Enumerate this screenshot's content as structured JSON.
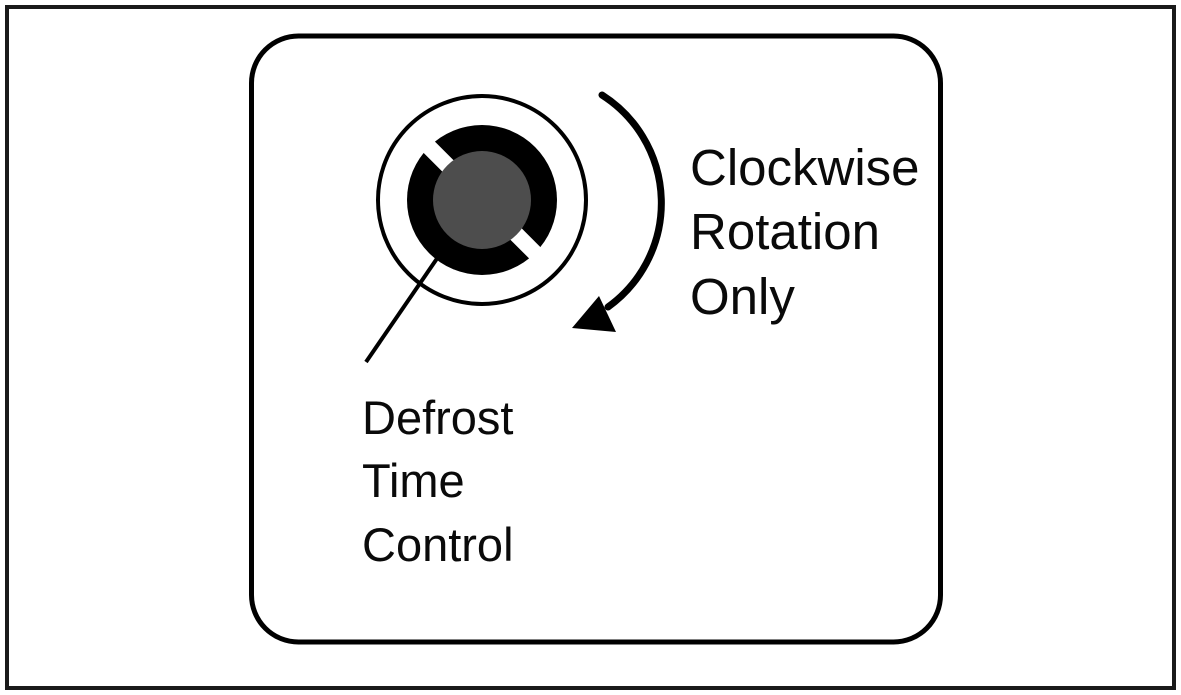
{
  "diagram": {
    "defrost_label": {
      "lines": [
        "Defrost",
        "Time",
        "Control"
      ]
    },
    "rotation_note": {
      "lines": [
        "Clockwise",
        "Rotation",
        "Only"
      ]
    },
    "knob": {
      "face_color": "#000000",
      "shaft_color": "#4d4d4d"
    }
  }
}
